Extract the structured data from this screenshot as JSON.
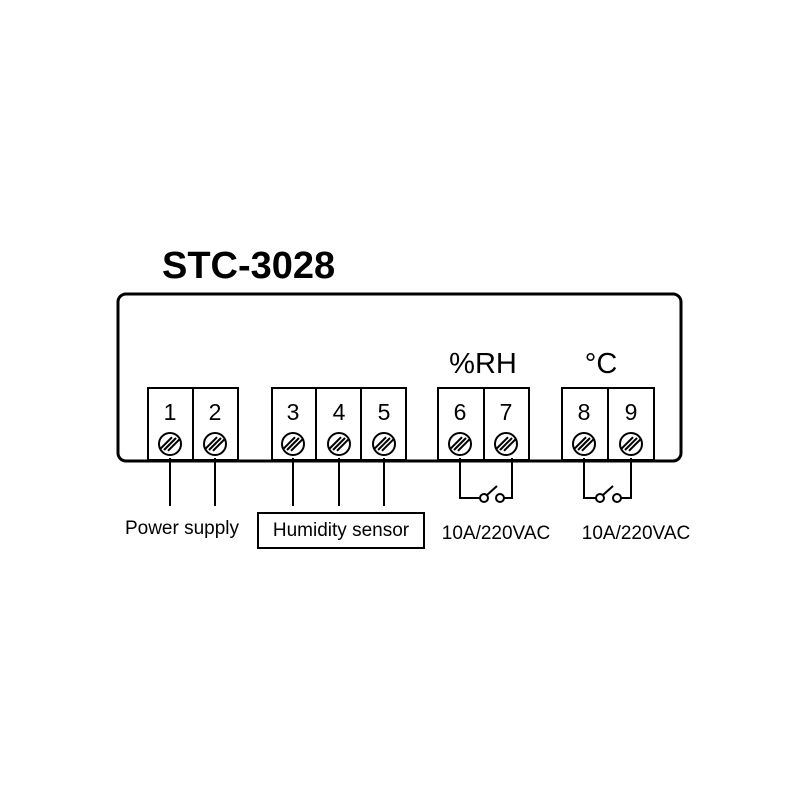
{
  "title": "STC-3028",
  "terminals": [
    "1",
    "2",
    "3",
    "4",
    "5",
    "6",
    "7",
    "8",
    "9"
  ],
  "groups": {
    "humidity_output": "%RH",
    "temperature_output": "°C"
  },
  "labels": {
    "power_supply": "Power supply",
    "humidity_sensor": "Humidity sensor",
    "relay_rh_rating": "10A/220VAC",
    "relay_temp_rating": "10A/220VAC"
  }
}
